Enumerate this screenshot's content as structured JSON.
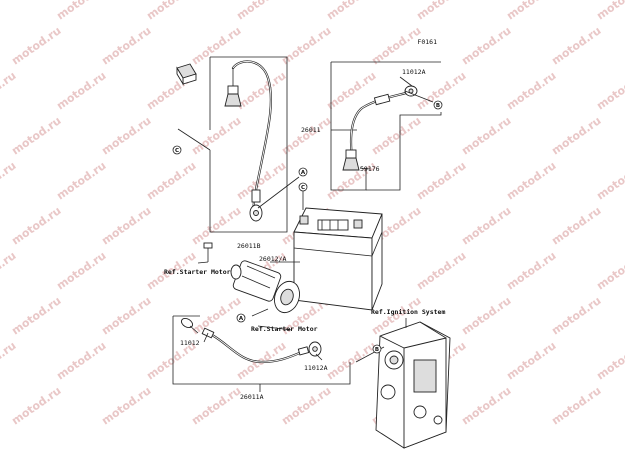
{
  "watermark": "motod.ru",
  "figure_code": "F0161",
  "labels": {
    "p_11012A_top": "11012A",
    "p_26011": "26011",
    "p_59176": "59176",
    "p_26011B": "26011B",
    "p_26012A": "26012/A",
    "p_11012": "11012",
    "p_11012A_bottom": "11012A",
    "p_26011A": "26011A"
  },
  "refs": {
    "starter_motor_1": "Ref.Starter Motor",
    "starter_motor_2": "Ref.Starter Motor",
    "ignition_system": "Ref.Ignition System"
  },
  "callouts": {
    "a": "A",
    "b": "B",
    "c": "C"
  }
}
